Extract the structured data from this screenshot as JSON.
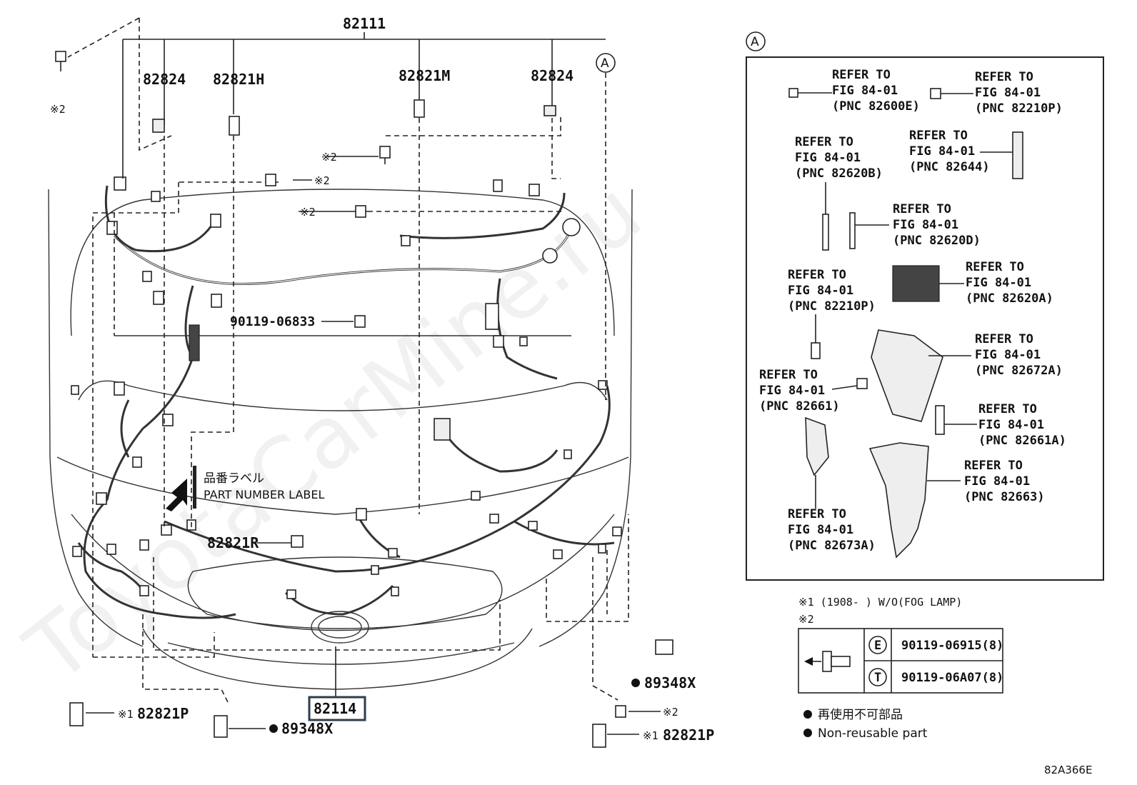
{
  "watermark": "ToyotaCarMine.ru",
  "diagram_id": "82A366E",
  "callout": "A",
  "main_labels": {
    "harness_main": "82111",
    "clip_left": "82824",
    "clip_right": "82824",
    "conn_h": "82821H",
    "conn_m": "82821M",
    "conn_r": "82821R",
    "bolt": "90119-06833",
    "harness_bumper": "82114",
    "p_left": "82821P",
    "p_right": "82821P",
    "clamp_left": "89348X",
    "clamp_right": "89348X",
    "mark2": "※2",
    "mark1": "※1"
  },
  "part_number_label": {
    "jp": "品番ラベル",
    "en": "PART NUMBER LABEL"
  },
  "refer_boxes": [
    {
      "l1": "REFER TO",
      "l2": "FIG 84-01",
      "l3": "(PNC 82600E)"
    },
    {
      "l1": "REFER TO",
      "l2": "FIG 84-01",
      "l3": "(PNC 82210P)"
    },
    {
      "l1": "REFER TO",
      "l2": "FIG 84-01",
      "l3": "(PNC 82620B)"
    },
    {
      "l1": "REFER TO",
      "l2": "FIG 84-01",
      "l3": "(PNC 82644)"
    },
    {
      "l1": "REFER TO",
      "l2": "FIG 84-01",
      "l3": "(PNC 82620D)"
    },
    {
      "l1": "REFER TO",
      "l2": "FIG 84-01",
      "l3": "(PNC 82210P)"
    },
    {
      "l1": "REFER TO",
      "l2": "FIG 84-01",
      "l3": "(PNC 82620A)"
    },
    {
      "l1": "REFER TO",
      "l2": "FIG 84-01",
      "l3": "(PNC 82672A)"
    },
    {
      "l1": "REFER TO",
      "l2": "FIG 84-01",
      "l3": "(PNC 82661)"
    },
    {
      "l1": "REFER TO",
      "l2": "FIG 84-01",
      "l3": "(PNC 82661A)"
    },
    {
      "l1": "REFER TO",
      "l2": "FIG 84-01",
      "l3": "(PNC 82663)"
    },
    {
      "l1": "REFER TO",
      "l2": "FIG 84-01",
      "l3": "(PNC 82673A)"
    }
  ],
  "legend": {
    "note1": "※1 (1908-        ) W/O(FOG LAMP)",
    "note2": "※2",
    "row_e_code": "E",
    "row_e_part": "90119-06915(8)",
    "row_t_code": "T",
    "row_t_part": "90119-06A07(8)",
    "nonreuse_jp": "再使用不可部品",
    "nonreuse_en": "Non-reusable part"
  }
}
